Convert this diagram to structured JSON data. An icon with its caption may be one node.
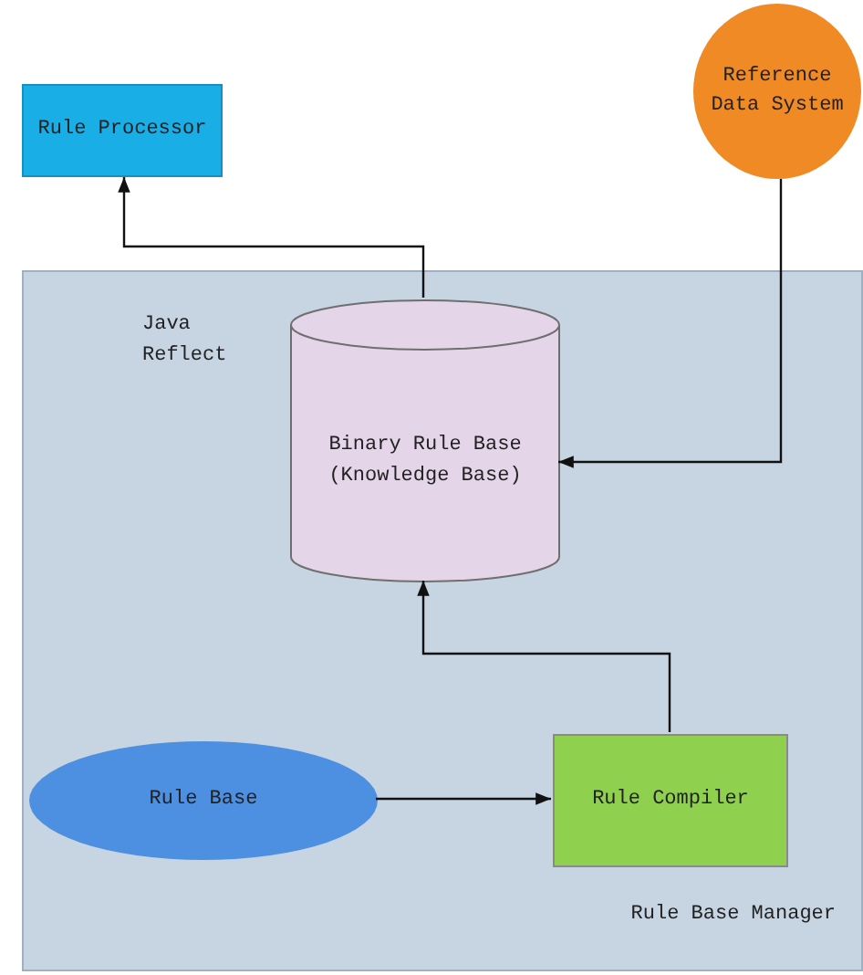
{
  "diagram": {
    "nodes": [
      {
        "text": [
          "Rule Base Manager"
        ]
      },
      {
        "text": [
          "Rule Processor"
        ]
      },
      {
        "text": [
          "Reference Data System"
        ]
      },
      {
        "text": [
          "Binary Rule Base (Knowledge Base)"
        ],
        "in": 0
      },
      {
        "text": [
          "Rule Base"
        ],
        "in": 0
      },
      {
        "text": [
          "Rule Compiler"
        ],
        "in": 0
      }
    ],
    "edges": [
      {
        "from": 3,
        "to": 1,
        "arrow": "to",
        "label": "Java Reflect"
      },
      {
        "from": 2,
        "to": 3,
        "arrow": "to"
      },
      {
        "from": 4,
        "to": 5,
        "arrow": "to"
      },
      {
        "from": 5,
        "to": 3,
        "arrow": "to"
      }
    ]
  }
}
